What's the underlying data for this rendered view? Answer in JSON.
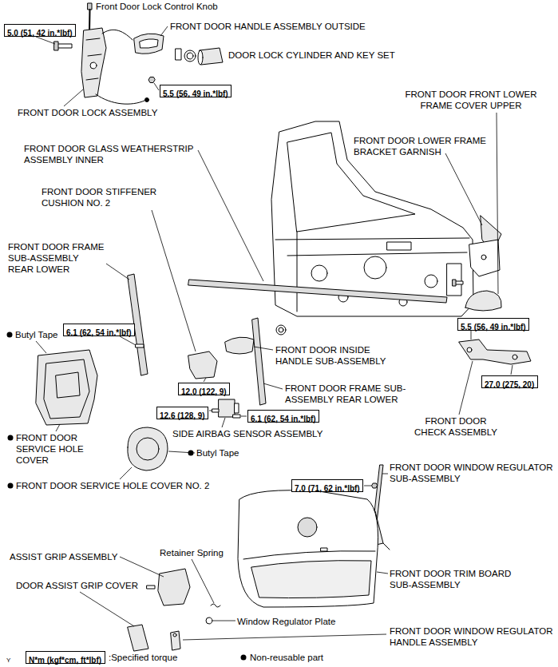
{
  "diagram": {
    "nodes": [
      {
        "text": [
          "5.0 (51, 42 in.*lbf)"
        ]
      },
      {
        "text": [
          "5.5 (56, 49 in.*lbf)"
        ]
      },
      {
        "text": [
          "6.1 (62, 54 in.*lbf)"
        ]
      },
      {
        "text": [
          "5.5 (56, 49 in.*lbf)"
        ]
      },
      {
        "text": [
          "12.0 (122, 9)"
        ]
      },
      {
        "text": [
          "27.0 (275, 20)"
        ]
      },
      {
        "text": [
          "12.6 (128, 9)"
        ]
      },
      {
        "text": [
          "6.1 (62, 54 in.*lbf)"
        ]
      },
      {
        "text": [
          "7.0 (71, 62 in.*lbf)"
        ]
      },
      {
        "text": [
          "N*m (kgf*cm, ft*lbf)"
        ]
      }
    ],
    "labels": [
      "Front Door Lock Control Knob",
      "FRONT DOOR HANDLE ASSEMBLY OUTSIDE",
      "DOOR LOCK CYLINDER AND KEY SET",
      "FRONT DOOR FRONT LOWER FRAME COVER UPPER",
      "FRONT DOOR LOCK ASSEMBLY",
      "FRONT DOOR LOWER FRAME BRACKET GARNISH",
      "FRONT DOOR GLASS WEATHERSTRIP ASSEMBLY INNER",
      "FRONT DOOR STIFFENER CUSHION NO. 2",
      "FRONT DOOR FRAME SUB-ASSEMBLY REAR LOWER",
      "Butyl Tape",
      "FRONT DOOR INSIDE HANDLE SUB-ASSEMBLY",
      "FRONT DOOR FRAME SUB-ASSEMBLY REAR LOWER",
      "FRONT DOOR CHECK ASSEMBLY",
      "FRONT DOOR SERVICE HOLE COVER",
      "SIDE AIRBAG SENSOR ASSEMBLY",
      "Butyl Tape",
      "FRONT DOOR WINDOW REGULATOR SUB-ASSEMBLY",
      "FRONT DOOR SERVICE HOLE COVER NO. 2",
      "Retainer Spring",
      "ASSIST GRIP ASSEMBLY",
      "FRONT DOOR TRIM BOARD SUB-ASSEMBLY",
      "DOOR ASSIST GRIP COVER",
      "Window Regulator Plate",
      "FRONT DOOR WINDOW REGULATOR HANDLE ASSEMBLY",
      "Y"
    ],
    "legend": [
      {
        "text": ":Specified torque"
      },
      {
        "text": "Non-reusable part"
      }
    ]
  }
}
